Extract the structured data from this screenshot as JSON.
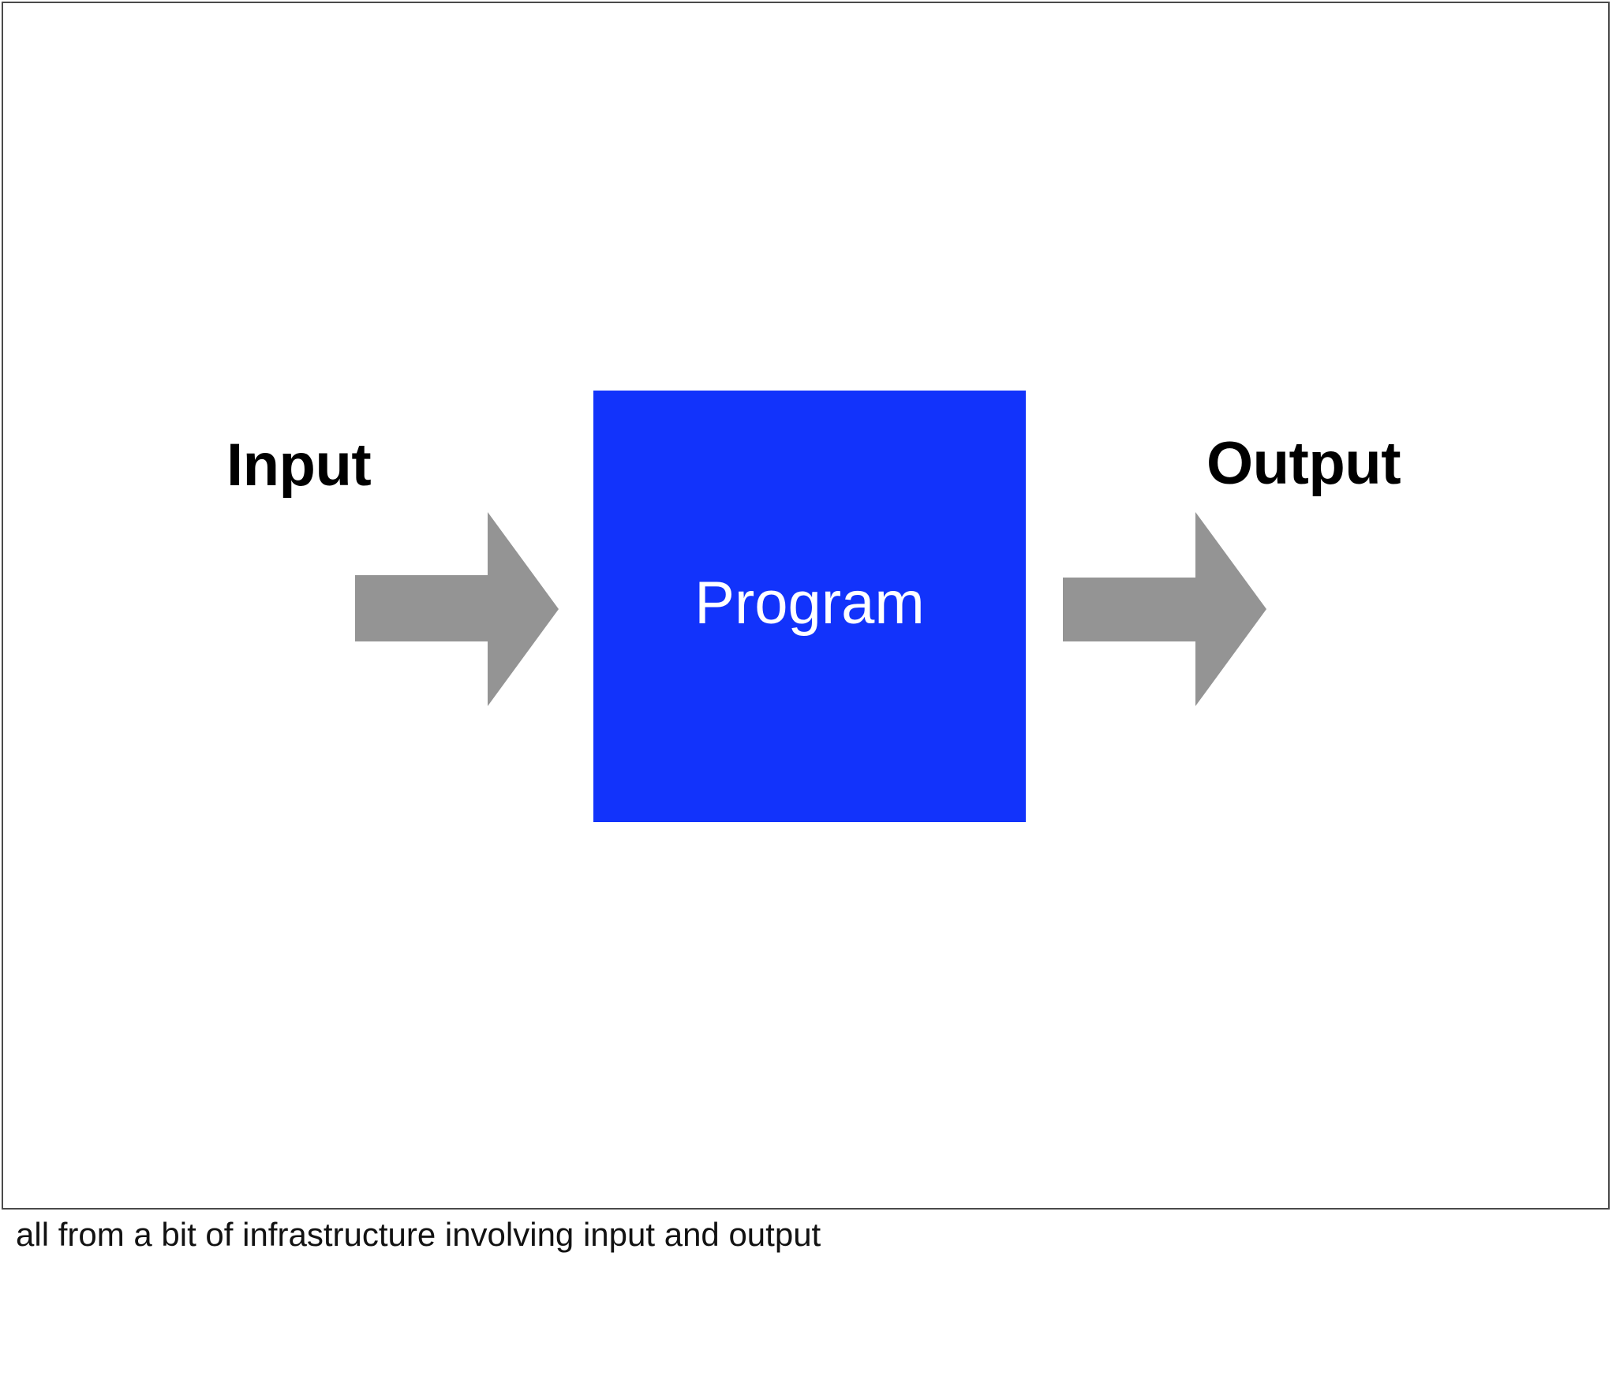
{
  "slide": {
    "background_color": "#ffffff",
    "border_color": "#4a4a4a"
  },
  "diagram": {
    "type": "flow",
    "input_label": "Input",
    "output_label": "Output",
    "process_label": "Program",
    "process_fill_color": "#1233fb",
    "process_text_color": "#ffffff",
    "arrow_color": "#949494",
    "arrow_input_name": "input-arrow",
    "arrow_output_name": "output-arrow"
  },
  "caption": {
    "text": "all from a bit of infrastructure involving input and output"
  }
}
